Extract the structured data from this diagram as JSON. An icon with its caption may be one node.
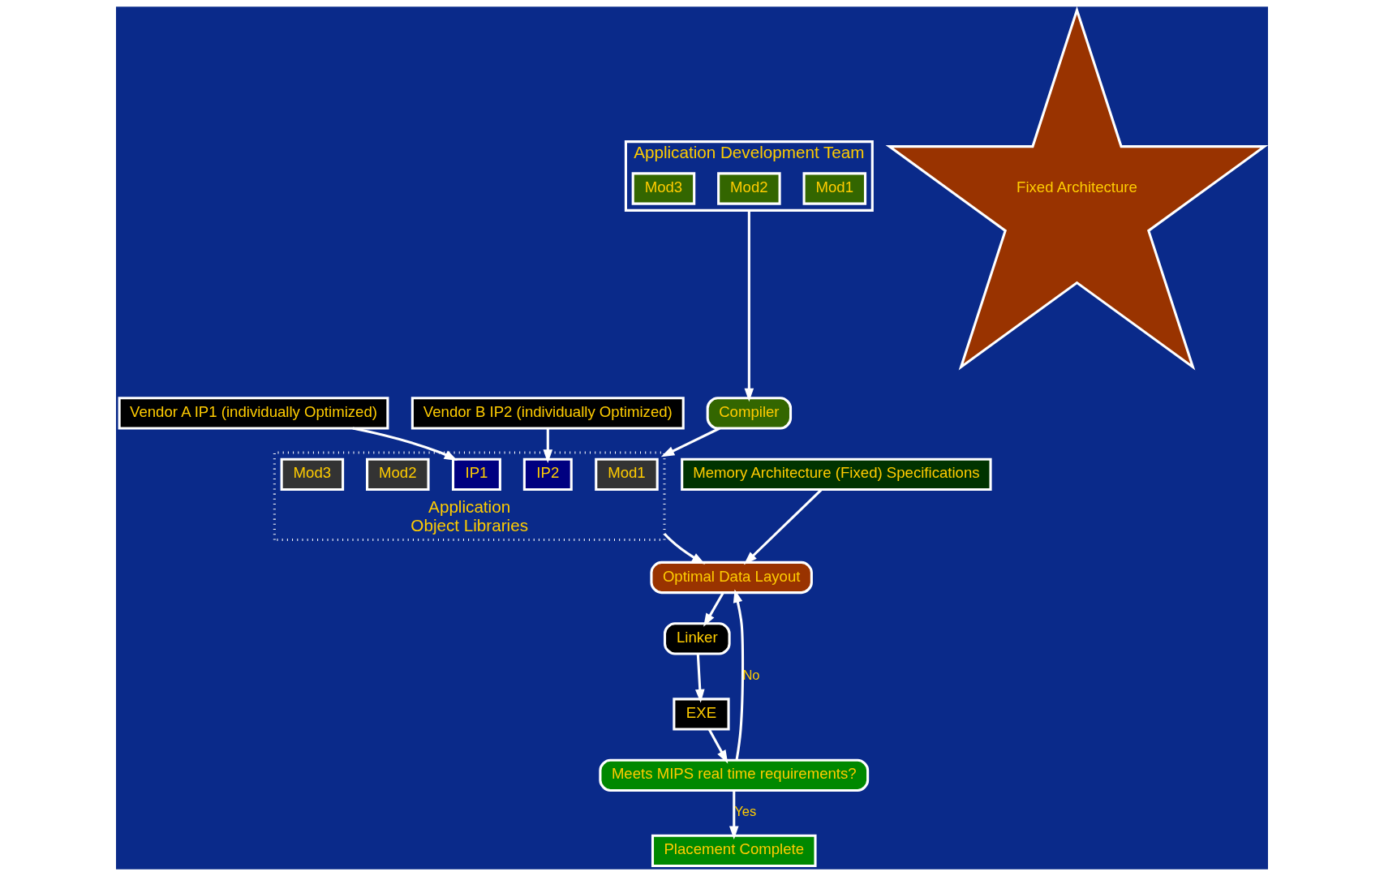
{
  "diagram": {
    "nodes": [
      {
        "text": [
          "Vendor A IP1 (individually Optimized)"
        ]
      },
      {
        "text": [
          "Vendor B IP2 (individually Optimized)"
        ]
      },
      {
        "text": [
          "Application Development Team"
        ]
      },
      {
        "text": [
          "Mod1"
        ],
        "in": 2
      },
      {
        "text": [
          "Mod2"
        ],
        "in": 2
      },
      {
        "text": [
          "Mod3"
        ],
        "in": 2
      },
      {
        "text": [
          "Compiler"
        ]
      },
      {
        "text": [
          "Application",
          "Object Libraries"
        ]
      },
      {
        "text": [
          "IP1"
        ],
        "in": 7
      },
      {
        "text": [
          "IP2"
        ],
        "in": 7
      },
      {
        "text": [
          "Mod1"
        ],
        "in": 7
      },
      {
        "text": [
          "Mod2"
        ],
        "in": 7
      },
      {
        "text": [
          "Mod3"
        ],
        "in": 7
      },
      {
        "text": [
          "Memory Architecture (Fixed) Specifications"
        ]
      },
      {
        "text": [
          "Fixed Architecture"
        ]
      },
      {
        "text": [
          "Optimal Data Layout"
        ]
      },
      {
        "text": [
          "Linker"
        ]
      },
      {
        "text": [
          "EXE"
        ]
      },
      {
        "text": [
          "Meets MIPS real time requirements?"
        ]
      },
      {
        "text": [
          "Placement Complete"
        ]
      }
    ],
    "edges": [
      {
        "from": 0,
        "to": 8,
        "arrow": "to"
      },
      {
        "from": 1,
        "to": 9,
        "arrow": "to"
      },
      {
        "from": 2,
        "to": 6,
        "arrow": "to"
      },
      {
        "from": 6,
        "to": 7,
        "arrow": "to"
      },
      {
        "from": 7,
        "to": 15,
        "arrow": "to"
      },
      {
        "from": 13,
        "to": 15,
        "arrow": "to"
      },
      {
        "from": 15,
        "to": 16,
        "arrow": "to"
      },
      {
        "from": 16,
        "to": 17,
        "arrow": "to"
      },
      {
        "from": 17,
        "to": 18,
        "arrow": "to"
      },
      {
        "from": 18,
        "to": 15,
        "arrow": "to",
        "label": "No"
      },
      {
        "from": 18,
        "to": 19,
        "arrow": "to",
        "label": "Yes"
      }
    ]
  }
}
